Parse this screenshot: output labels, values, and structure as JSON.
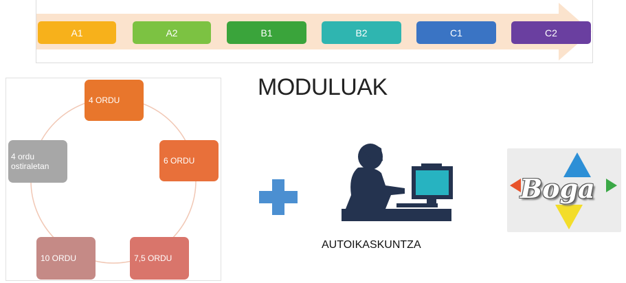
{
  "levels": [
    {
      "label": "A1",
      "color": "#f7b11b"
    },
    {
      "label": "A2",
      "color": "#7cc242"
    },
    {
      "label": "B1",
      "color": "#3aa43b"
    },
    {
      "label": "B2",
      "color": "#2fb5b0"
    },
    {
      "label": "C1",
      "color": "#3a74c4"
    },
    {
      "label": "C2",
      "color": "#6a3fa0"
    }
  ],
  "title": "MODULUAK",
  "cycle": {
    "nodes": [
      {
        "line1": "4 ORDU",
        "line2": "",
        "color": "#e8762c"
      },
      {
        "line1": "6 ORDU",
        "line2": "",
        "color": "#e8703a"
      },
      {
        "line1": "7,5 ORDU",
        "line2": "",
        "color": "#d9756b"
      },
      {
        "line1": "10 ORDU",
        "line2": "",
        "color": "#c58a86"
      },
      {
        "line1": "4 ordu",
        "line2": "ostiraletan",
        "color": "#a7a7a7"
      }
    ]
  },
  "self_study_label": "AUTOIKASKUNTZA",
  "boga_logo_text": "Boga",
  "colors": {
    "arrow": "#fbe3cd",
    "plus": "#4b8fd1",
    "person": "#24334f",
    "screen": "#27b3c1",
    "cycle_line": "#f1c7b4"
  }
}
